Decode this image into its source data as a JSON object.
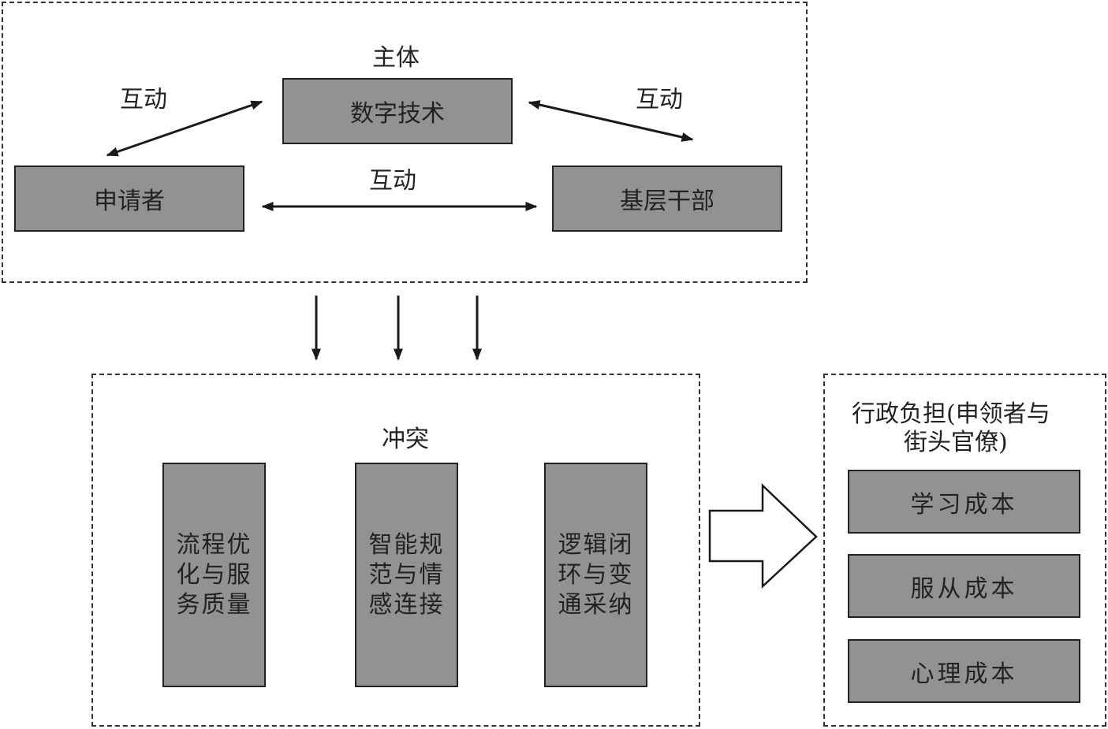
{
  "top_group": {
    "subject_label": "主体",
    "nodes": {
      "digital_tech": "数字技术",
      "applicant": "申请者",
      "grassroots_cadre": "基层干部"
    },
    "interaction_labels": [
      "互动",
      "互动",
      "互动"
    ]
  },
  "middle_group": {
    "title": "冲突",
    "conflicts": [
      "流程优化与服务质量",
      "智能规范与情感连接",
      "逻辑闭环与变通采纳"
    ]
  },
  "right_group": {
    "title": "行政负担(申领者与街头官僚)",
    "title_line1": "行政负担(申领者与",
    "title_line2": "街头官僚)",
    "costs": [
      "学习成本",
      "服从成本",
      "心理成本"
    ]
  },
  "colors": {
    "node_fill": "#929292",
    "stroke": "#222222",
    "background": "#ffffff"
  }
}
